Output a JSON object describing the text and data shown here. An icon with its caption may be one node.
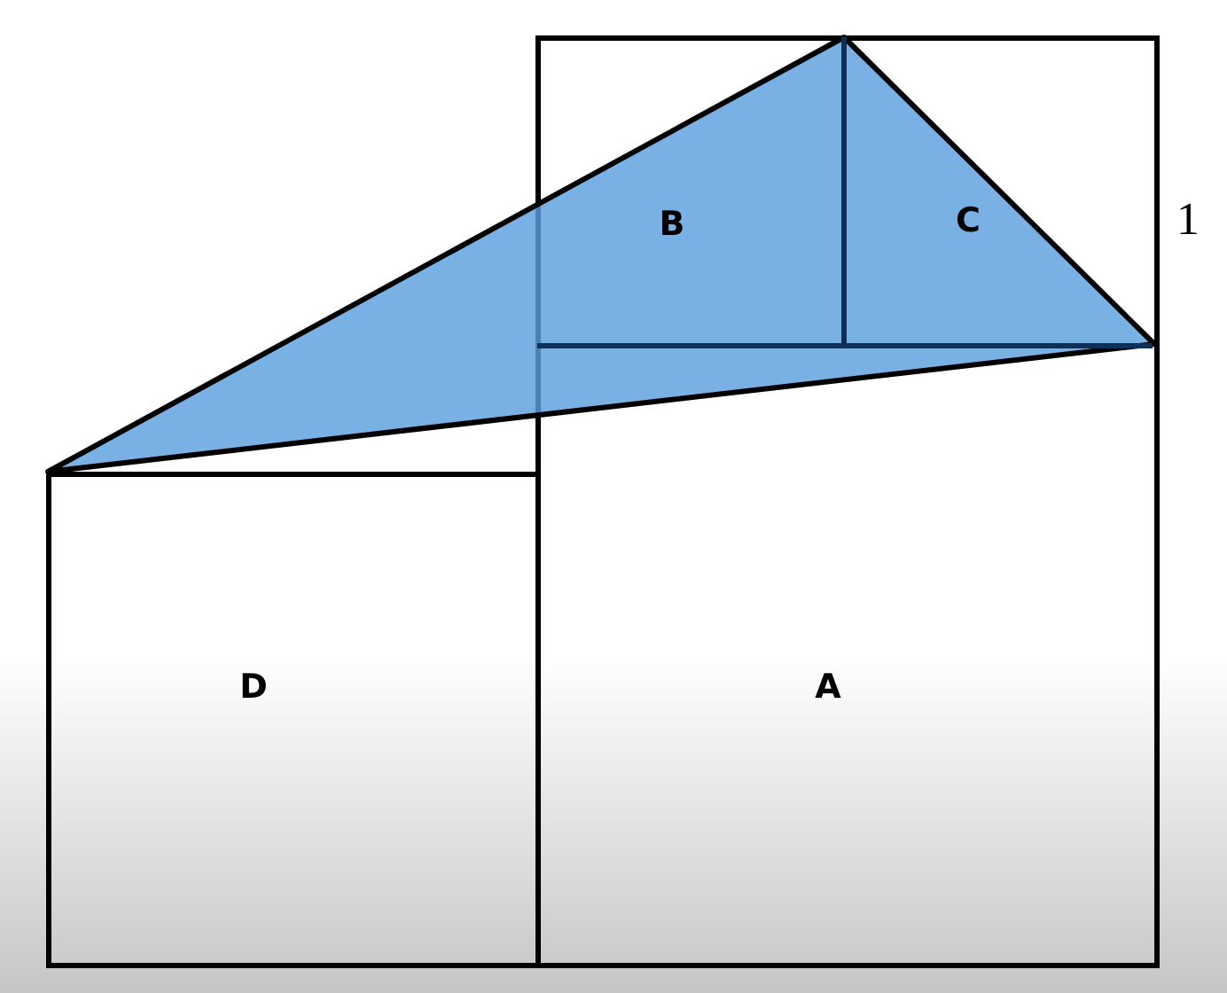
{
  "diagram": {
    "nodes": [
      {
        "text": [
          "D"
        ]
      },
      {
        "text": [
          "A"
        ]
      }
    ],
    "labels": [
      "B",
      "C",
      "1"
    ]
  }
}
